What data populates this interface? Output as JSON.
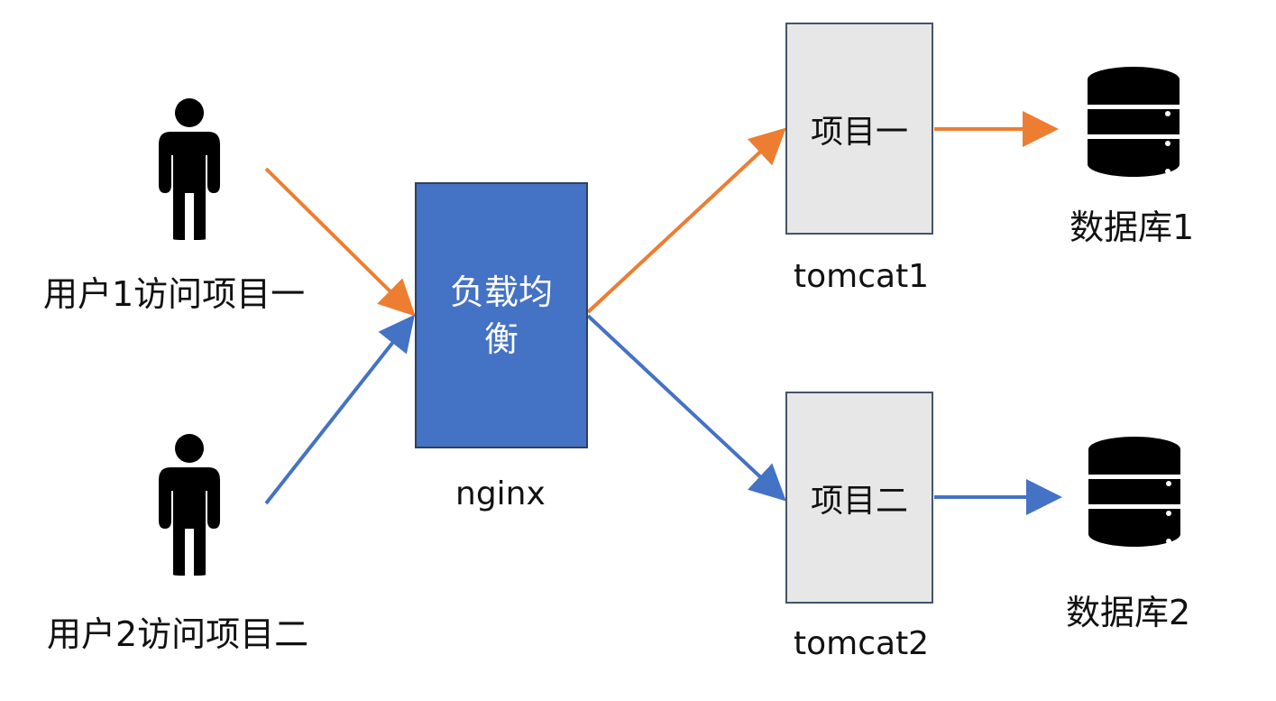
{
  "users": [
    {
      "label": "用户1访问项目一"
    },
    {
      "label": "用户2访问项目二"
    }
  ],
  "load_balancer": {
    "label": "负载均衡",
    "caption": "nginx"
  },
  "projects": [
    {
      "label": "项目一",
      "server": "tomcat1"
    },
    {
      "label": "项目二",
      "server": "tomcat2"
    }
  ],
  "databases": [
    {
      "label": "数据库1"
    },
    {
      "label": "数据库2"
    }
  ],
  "colors": {
    "orange_path": "#ed7d31",
    "blue_path": "#4472c4",
    "load_balancer_fill": "#4472c4",
    "project_fill": "#e7e7e7",
    "icon": "#000000"
  },
  "icons": [
    "person-icon",
    "database-icon"
  ]
}
